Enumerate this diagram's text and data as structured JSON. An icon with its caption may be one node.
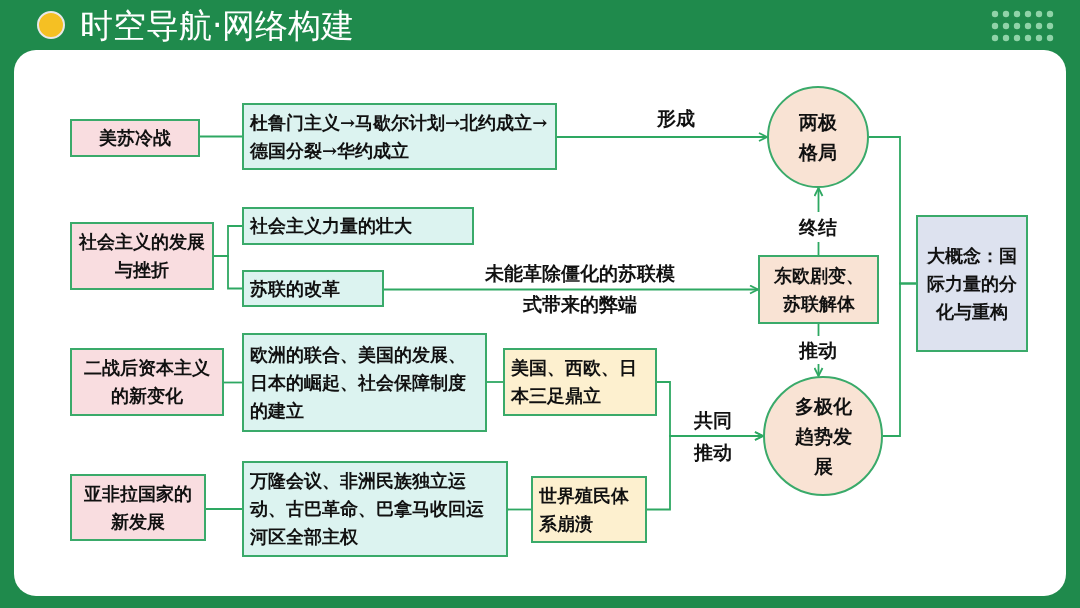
{
  "diagram": {
    "title": "时空导航·网络构建",
    "nodes": [
      {
        "text": [
          "美苏冷战"
        ]
      },
      {
        "text": [
          "杜鲁门主义→马歇尔计划→北约成立→德国分裂→华约成立"
        ]
      },
      {
        "text": [
          "社会主义的发展与挫折"
        ]
      },
      {
        "text": [
          "社会主义力量的壮大"
        ]
      },
      {
        "text": [
          "苏联的改革"
        ]
      },
      {
        "text": [
          "二战后资本主义的新变化"
        ]
      },
      {
        "text": [
          "欧洲的联合、美国的发展、日本的崛起、社会保障制度的建立"
        ]
      },
      {
        "text": [
          "美国、西欧、日本三足鼎立"
        ]
      },
      {
        "text": [
          "亚非拉国家的新发展"
        ]
      },
      {
        "text": [
          "万隆会议、非洲民族独立运动、古巴革命、巴拿马收回运河区全部主权"
        ]
      },
      {
        "text": [
          "世界殖民体系崩溃"
        ]
      },
      {
        "text": [
          "两极格局"
        ]
      },
      {
        "text": [
          "东欧剧变、苏联解体"
        ]
      },
      {
        "text": [
          "多极化趋势发展"
        ]
      },
      {
        "text": [
          "大概念：国际力量的分化与重构"
        ]
      }
    ],
    "edges": [
      {
        "from": 0,
        "to": 1,
        "arrow": "none"
      },
      {
        "from": 1,
        "to": 11,
        "arrow": "to",
        "label": "形成"
      },
      {
        "from": 2,
        "to": 3,
        "arrow": "none"
      },
      {
        "from": 2,
        "to": 4,
        "arrow": "none"
      },
      {
        "from": 4,
        "to": 12,
        "arrow": "to",
        "label": "未能革除僵化的苏联模式带来的弊端"
      },
      {
        "from": 12,
        "to": 11,
        "arrow": "to",
        "label": "终结"
      },
      {
        "from": 12,
        "to": 13,
        "arrow": "to",
        "label": "推动"
      },
      {
        "from": 5,
        "to": 6,
        "arrow": "none"
      },
      {
        "from": 6,
        "to": 7,
        "arrow": "none"
      },
      {
        "from": 8,
        "to": 9,
        "arrow": "none"
      },
      {
        "from": 9,
        "to": 10,
        "arrow": "none"
      },
      {
        "from": 7,
        "to": 13,
        "arrow": "to",
        "label": "共同推动"
      },
      {
        "from": 10,
        "to": 13,
        "arrow": "to"
      },
      {
        "from": 11,
        "to": 14,
        "arrow": "none"
      },
      {
        "from": 13,
        "to": 14,
        "arrow": "none"
      }
    ]
  }
}
